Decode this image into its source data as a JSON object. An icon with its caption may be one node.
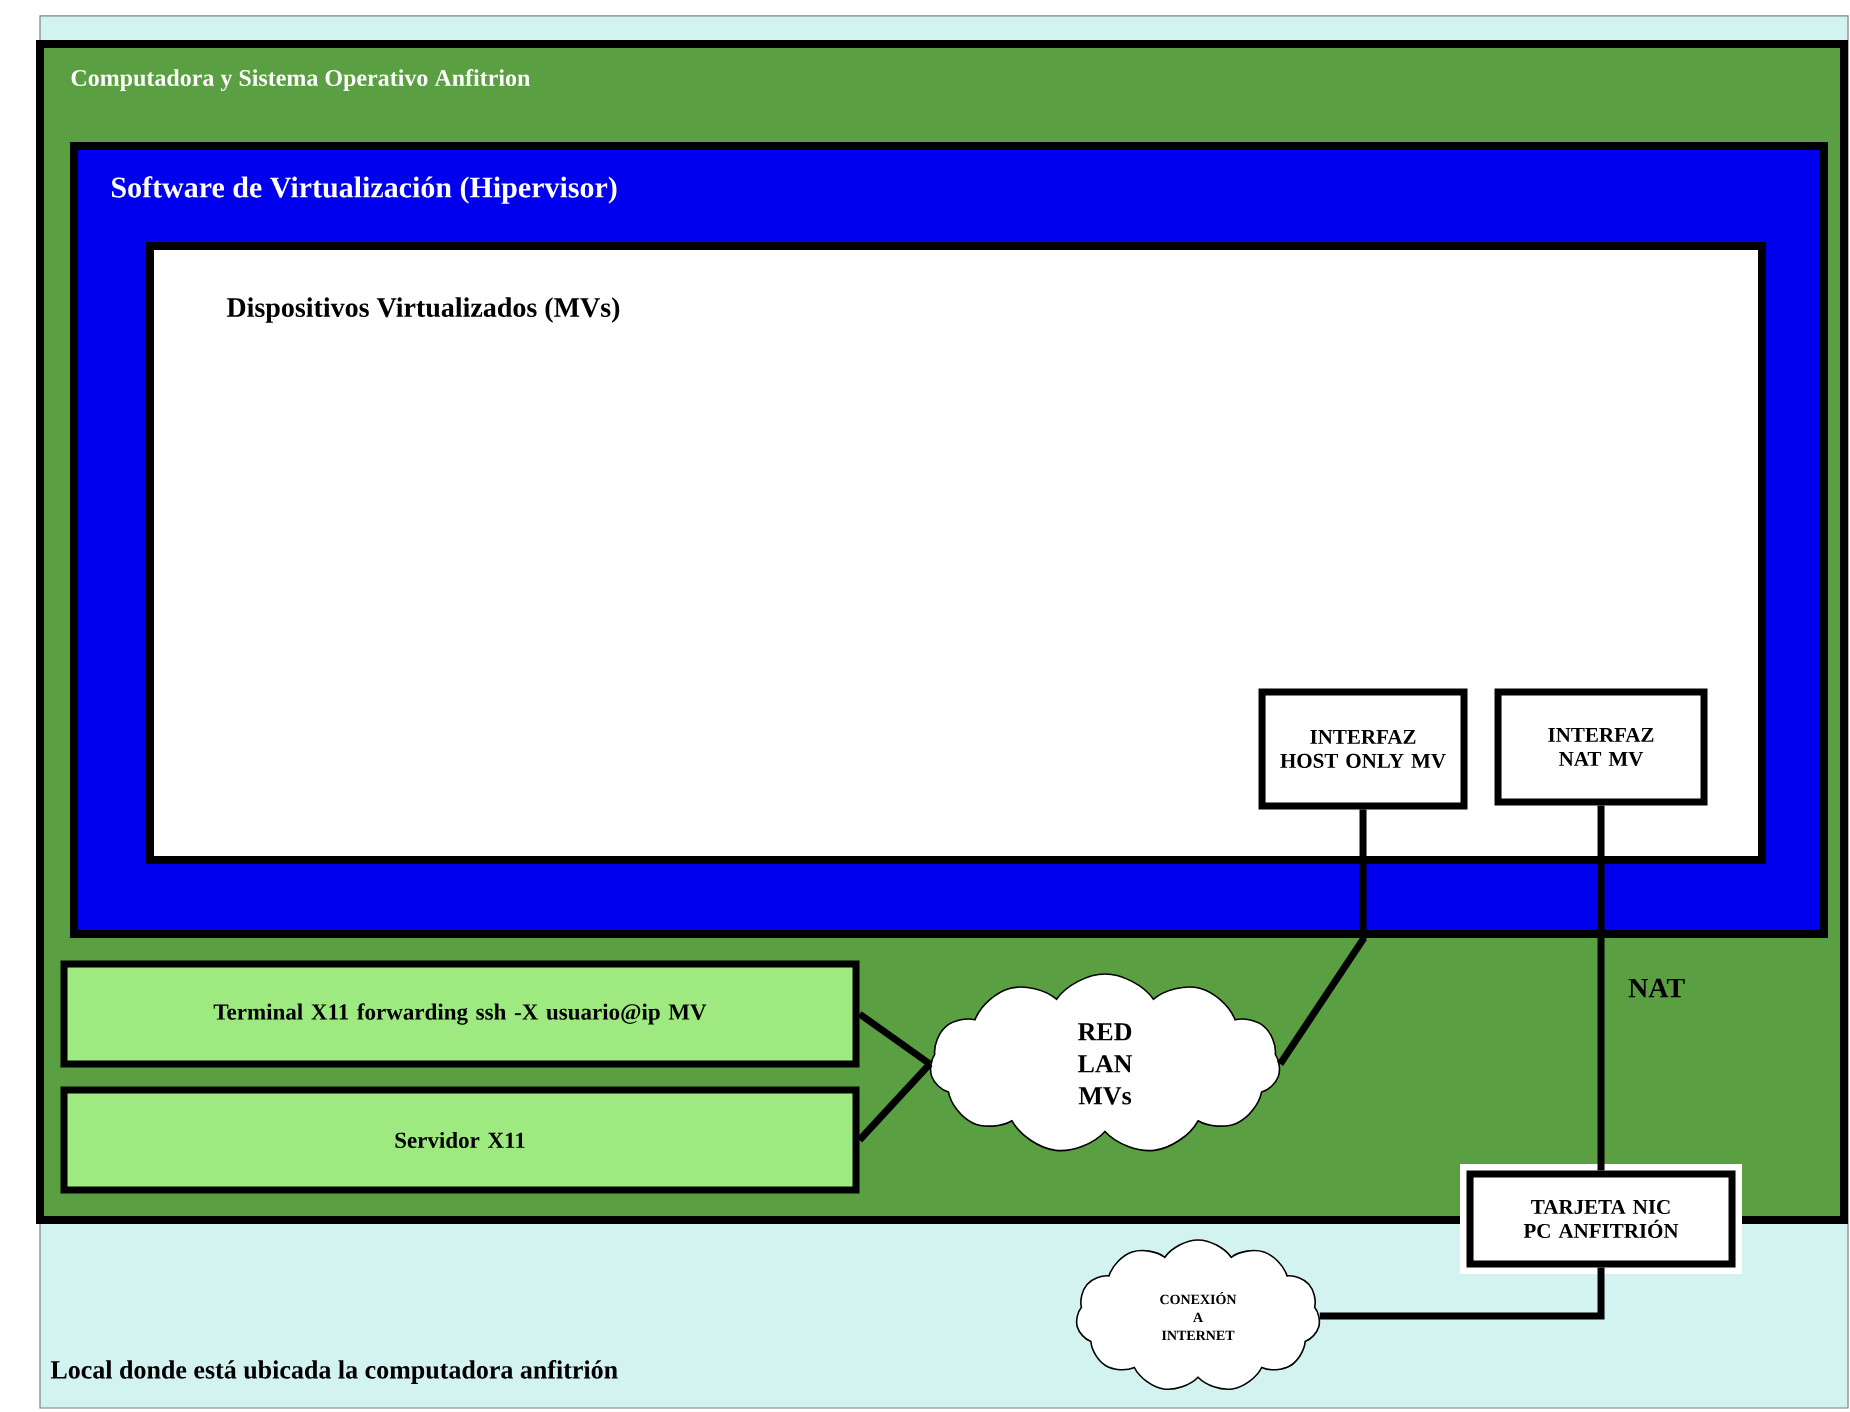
{
  "diagram": {
    "nodes": [
      {
        "text": [
          "Local donde está ubicada la computadora anfitrión"
        ]
      },
      {
        "text": [
          "Computadora y Sistema Operativo Anfitrion"
        ],
        "in": 0
      },
      {
        "text": [
          "Software de Virtualización (Hipervisor)"
        ],
        "in": 1
      },
      {
        "text": [
          "Dispositivos Virtualizados (MVs)"
        ],
        "in": 2
      },
      {
        "text": [
          "INTERFAZ HOST ONLY MV"
        ],
        "in": 3
      },
      {
        "text": [
          "INTERFAZ NAT MV"
        ],
        "in": 3
      },
      {
        "text": [
          "Terminal X11 forwarding ssh -X usuario@ip MV"
        ],
        "in": 1
      },
      {
        "text": [
          "Servidor X11"
        ],
        "in": 1
      },
      {
        "text": [
          "RED LAN MVs"
        ],
        "in": 1
      },
      {
        "text": [
          "TARJETA NIC PC ANFITRIÓN"
        ],
        "in": 0
      },
      {
        "text": [
          "CONEXIÓN A INTERNET"
        ],
        "in": 0
      }
    ],
    "edges": [
      {
        "from": 6,
        "to": 8,
        "arrow": "none"
      },
      {
        "from": 7,
        "to": 8,
        "arrow": "none"
      },
      {
        "from": 4,
        "to": 8,
        "arrow": "none"
      },
      {
        "from": 5,
        "to": 9,
        "arrow": "none",
        "label": "NAT"
      },
      {
        "from": 9,
        "to": 10,
        "arrow": "none"
      }
    ]
  }
}
